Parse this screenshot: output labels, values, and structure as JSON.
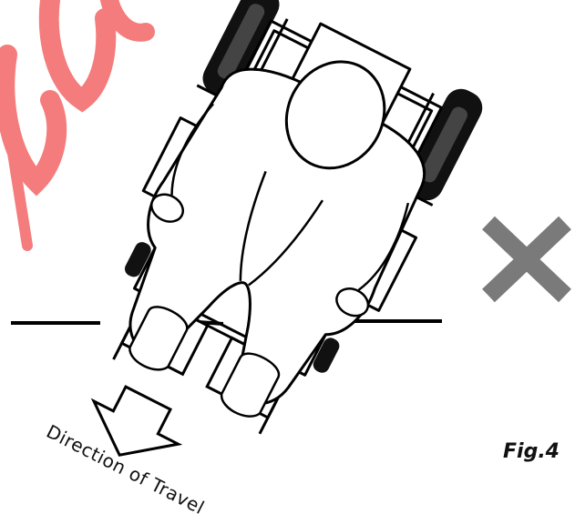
{
  "figure": {
    "label": "Fig.4",
    "direction_caption": "Direction of Travel"
  },
  "marks": {
    "cross_icon": "incorrect-cross",
    "cross_color": "#7a7a7a",
    "watermark_color": "#f47c7c",
    "watermark_text": "Preview"
  }
}
